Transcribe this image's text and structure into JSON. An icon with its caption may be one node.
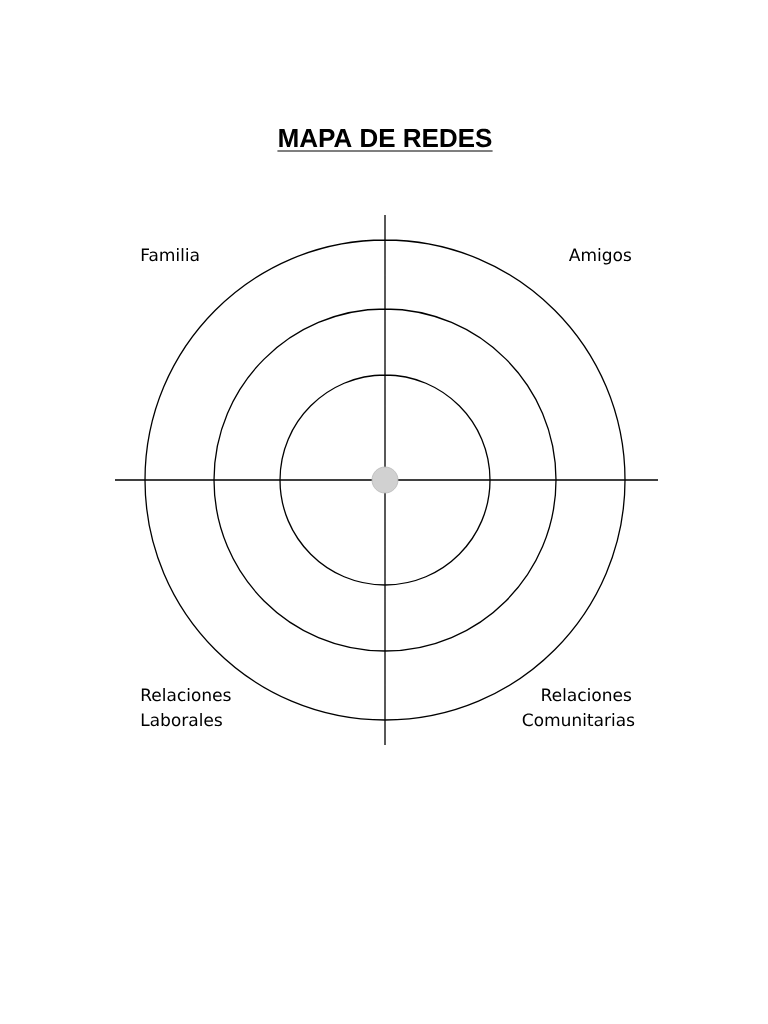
{
  "diagram": {
    "title": "MAPA DE REDES",
    "labels": [
      "Familia",
      "Amigos",
      "Relaciones Laborales",
      "Relaciones Comunitarias"
    ]
  }
}
